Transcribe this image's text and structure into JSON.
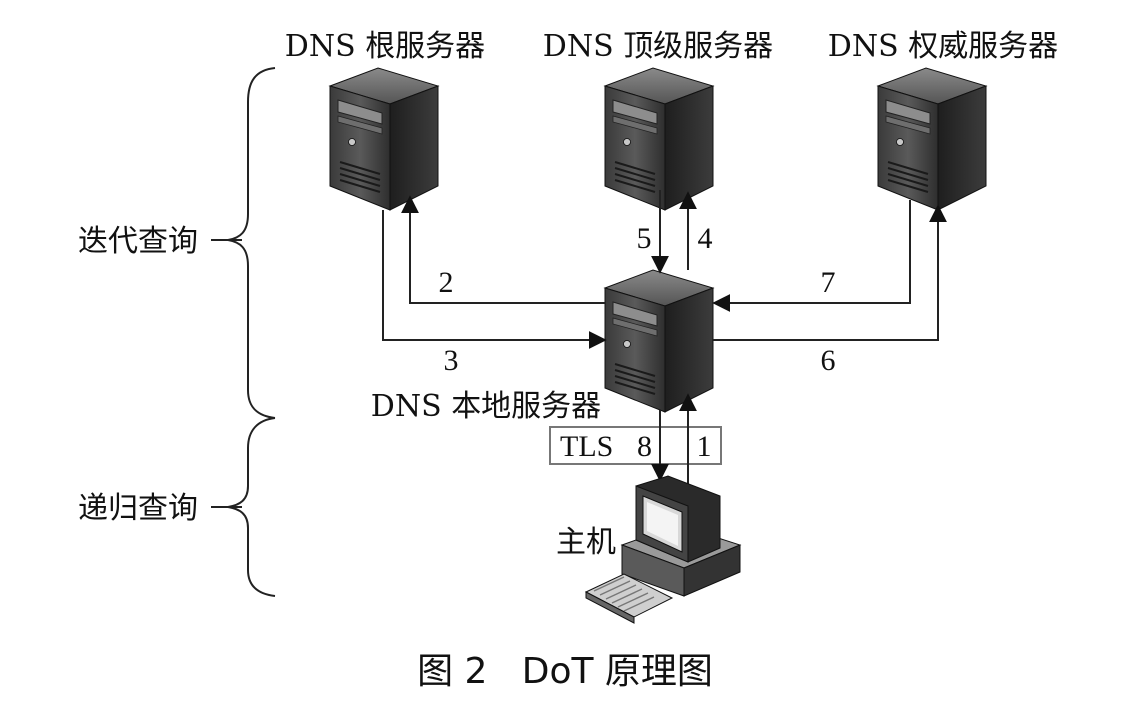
{
  "servers": {
    "root": "DNS 根服务器",
    "tld": "DNS 顶级服务器",
    "authoritative": "DNS 权威服务器",
    "local": "DNS 本地服务器"
  },
  "host": "主机",
  "steps": [
    "1",
    "2",
    "3",
    "4",
    "5",
    "6",
    "7",
    "8"
  ],
  "tls_label": "TLS",
  "groups": {
    "iterative": "迭代查询",
    "recursive": "递归查询"
  },
  "caption": "图 2   DoT 原理图"
}
